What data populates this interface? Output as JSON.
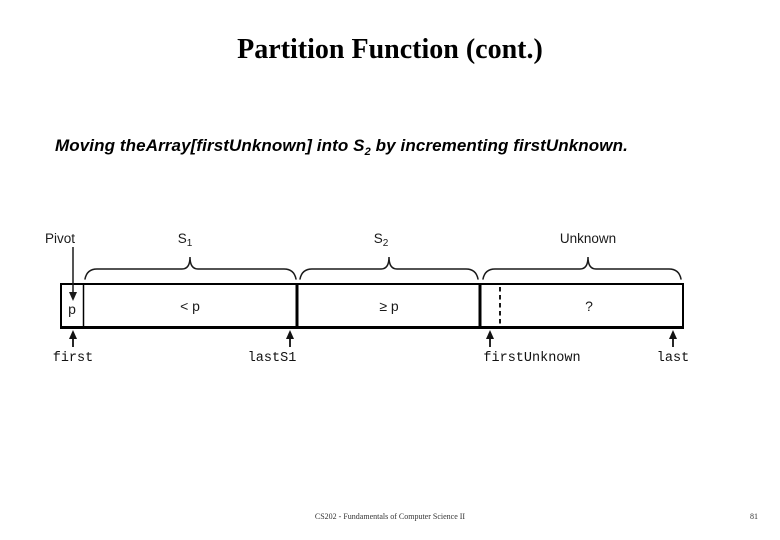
{
  "slide": {
    "title": "Partition Function (cont.)",
    "subtitle": {
      "part1": "Moving theArray[firstUnknown] into S",
      "sub": "2",
      "part2": " by incrementing firstUnknown."
    },
    "footer": "CS202 - Fundamentals of Computer Science II",
    "page_number": "81"
  },
  "diagram": {
    "pivot_label": "Pivot",
    "s1_label": {
      "base": "S",
      "sub": "1"
    },
    "s2_label": {
      "base": "S",
      "sub": "2"
    },
    "unknown_label": "Unknown",
    "cells": {
      "pivot": "p",
      "s1": "< p",
      "s2": "≥ p",
      "unknown": "?"
    },
    "index_labels": {
      "first": "first",
      "lastS1": "lastS1",
      "firstUnknown": "firstUnknown",
      "last": "last"
    }
  },
  "colors": {
    "background": "#ffffff",
    "ink": "#000000",
    "diagram_ink": "#1a1a1a"
  }
}
